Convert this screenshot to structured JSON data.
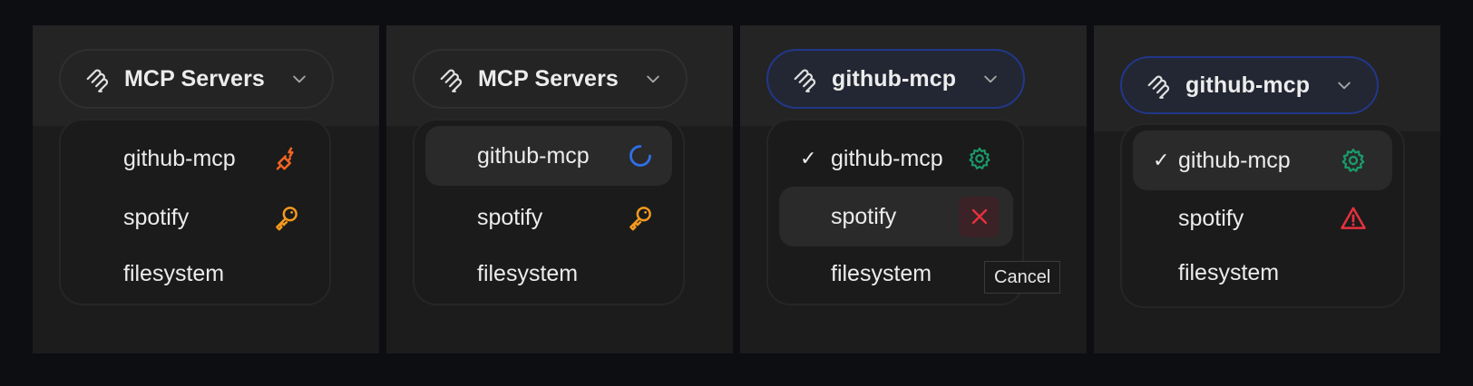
{
  "colors": {
    "page_bg": "#0d0e12",
    "panel_header": "#242424",
    "panel_body": "#1c1c1c",
    "active_border": "#22378a",
    "plug_orange": "#f26522",
    "key_amber": "#f39a1f",
    "spinner_blue": "#2f6fe8",
    "gear_green": "#1a9a6a",
    "error_red": "#e5323e"
  },
  "panels": [
    {
      "state": "disconnected",
      "trigger": {
        "label": "MCP Servers",
        "icon": "mcp-icon",
        "chevron": "chevron-down-icon"
      },
      "items": [
        {
          "name": "github-mcp",
          "checked": false,
          "status_icon": "plug-disconnected-icon"
        },
        {
          "name": "spotify",
          "checked": false,
          "status_icon": "key-icon"
        },
        {
          "name": "filesystem",
          "checked": false,
          "status_icon": ""
        }
      ]
    },
    {
      "state": "connecting",
      "trigger": {
        "label": "MCP Servers",
        "icon": "mcp-icon",
        "chevron": "chevron-down-icon"
      },
      "items": [
        {
          "name": "github-mcp",
          "checked": false,
          "status_icon": "spinner-icon",
          "highlighted": true
        },
        {
          "name": "spotify",
          "checked": false,
          "status_icon": "key-icon"
        },
        {
          "name": "filesystem",
          "checked": false,
          "status_icon": ""
        }
      ]
    },
    {
      "state": "cancel-hover",
      "trigger": {
        "label": "github-mcp",
        "icon": "mcp-icon",
        "chevron": "chevron-down-icon"
      },
      "items": [
        {
          "name": "github-mcp",
          "checked": true,
          "check_glyph": "✓",
          "status_icon": "gear-icon"
        },
        {
          "name": "spotify",
          "checked": false,
          "status_icon": "close-icon",
          "highlighted": true
        },
        {
          "name": "filesystem",
          "checked": false,
          "status_icon": ""
        }
      ],
      "tooltip": "Cancel"
    },
    {
      "state": "error",
      "trigger": {
        "label": "github-mcp",
        "icon": "mcp-icon",
        "chevron": "chevron-down-icon"
      },
      "items": [
        {
          "name": "github-mcp",
          "checked": true,
          "check_glyph": "✓",
          "status_icon": "gear-icon",
          "highlighted": true
        },
        {
          "name": "spotify",
          "checked": false,
          "status_icon": "warning-icon"
        },
        {
          "name": "filesystem",
          "checked": false,
          "status_icon": ""
        }
      ]
    }
  ]
}
